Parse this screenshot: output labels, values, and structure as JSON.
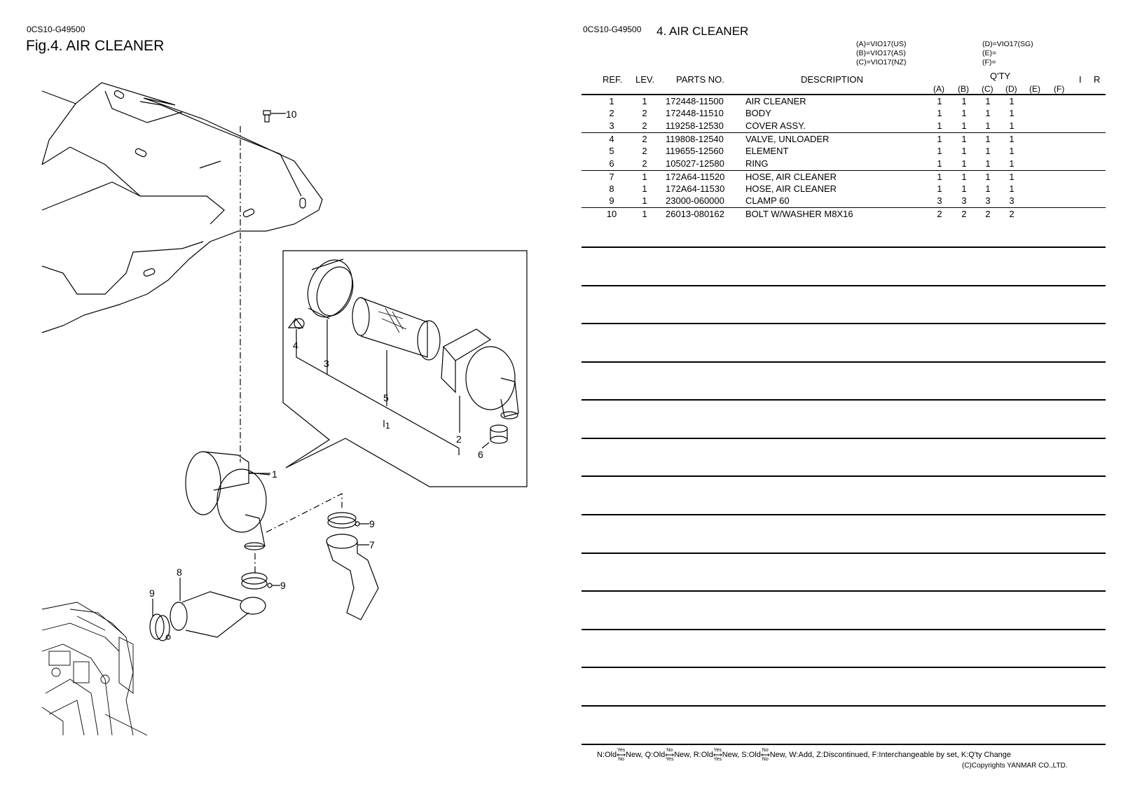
{
  "left": {
    "doc_code": "0CS10-G49500",
    "fig_title": "Fig.4.  AIR CLEANER",
    "callouts": [
      "1",
      "2",
      "3",
      "4",
      "5",
      "6",
      "7",
      "8",
      "9",
      "9",
      "9",
      "10"
    ],
    "sub_ref": "1"
  },
  "right": {
    "doc_code": "0CS10-G49500",
    "title": "4.  AIR CLEANER",
    "models": {
      "a": "(A)=VIO17(US)",
      "b": "(B)=VIO17(AS)",
      "c": "(C)=VIO17(NZ)",
      "d": "(D)=VIO17(SG)",
      "e": "(E)=",
      "f": "(F)="
    },
    "headers": {
      "ref": "REF.",
      "lev": "LEV.",
      "parts_no": "PARTS NO.",
      "description": "DESCRIPTION",
      "qty": "Q'TY",
      "i": "I",
      "r": "R",
      "cols": [
        "(A)",
        "(B)",
        "(C)",
        "(D)",
        "(E)",
        "(F)"
      ]
    },
    "rows": [
      {
        "ref": "1",
        "lev": "1",
        "part": "172448-11500",
        "desc": "AIR CLEANER",
        "a": "1",
        "b": "1",
        "c": "1",
        "d": "1"
      },
      {
        "ref": "2",
        "lev": "2",
        "part": "172448-11510",
        "desc": "BODY",
        "a": "1",
        "b": "1",
        "c": "1",
        "d": "1"
      },
      {
        "ref": "3",
        "lev": "2",
        "part": "119258-12530",
        "desc": "COVER ASSY.",
        "a": "1",
        "b": "1",
        "c": "1",
        "d": "1"
      },
      {
        "ref": "4",
        "lev": "2",
        "part": "119808-12540",
        "desc": "VALVE, UNLOADER",
        "a": "1",
        "b": "1",
        "c": "1",
        "d": "1"
      },
      {
        "ref": "5",
        "lev": "2",
        "part": "119655-12560",
        "desc": "ELEMENT",
        "a": "1",
        "b": "1",
        "c": "1",
        "d": "1"
      },
      {
        "ref": "6",
        "lev": "2",
        "part": "105027-12580",
        "desc": "RING",
        "a": "1",
        "b": "1",
        "c": "1",
        "d": "1"
      },
      {
        "ref": "7",
        "lev": "1",
        "part": "172A64-11520",
        "desc": "HOSE, AIR CLEANER",
        "a": "1",
        "b": "1",
        "c": "1",
        "d": "1"
      },
      {
        "ref": "8",
        "lev": "1",
        "part": "172A64-11530",
        "desc": "HOSE, AIR CLEANER",
        "a": "1",
        "b": "1",
        "c": "1",
        "d": "1"
      },
      {
        "ref": "9",
        "lev": "1",
        "part": "23000-060000",
        "desc": "CLAMP 60",
        "a": "3",
        "b": "3",
        "c": "3",
        "d": "3"
      },
      {
        "ref": "10",
        "lev": "1",
        "part": "26013-080162",
        "desc": "BOLT W/WASHER M8X16",
        "a": "2",
        "b": "2",
        "c": "2",
        "d": "2"
      }
    ],
    "footer": {
      "n": "N:Old",
      "n_new": "New,",
      "q": "Q:Old",
      "q_new": "New,",
      "r": "R:Old",
      "r_new": "New,",
      "s": "S:Old",
      "s_new": "New,",
      "rest": "W:Add, Z:Discontinued, F:Interchangeable by set, K:Q'ty Change",
      "yes": "Yes",
      "no": "No",
      "copyright": "(C)Copyrights YANMAR CO.,LTD."
    }
  }
}
